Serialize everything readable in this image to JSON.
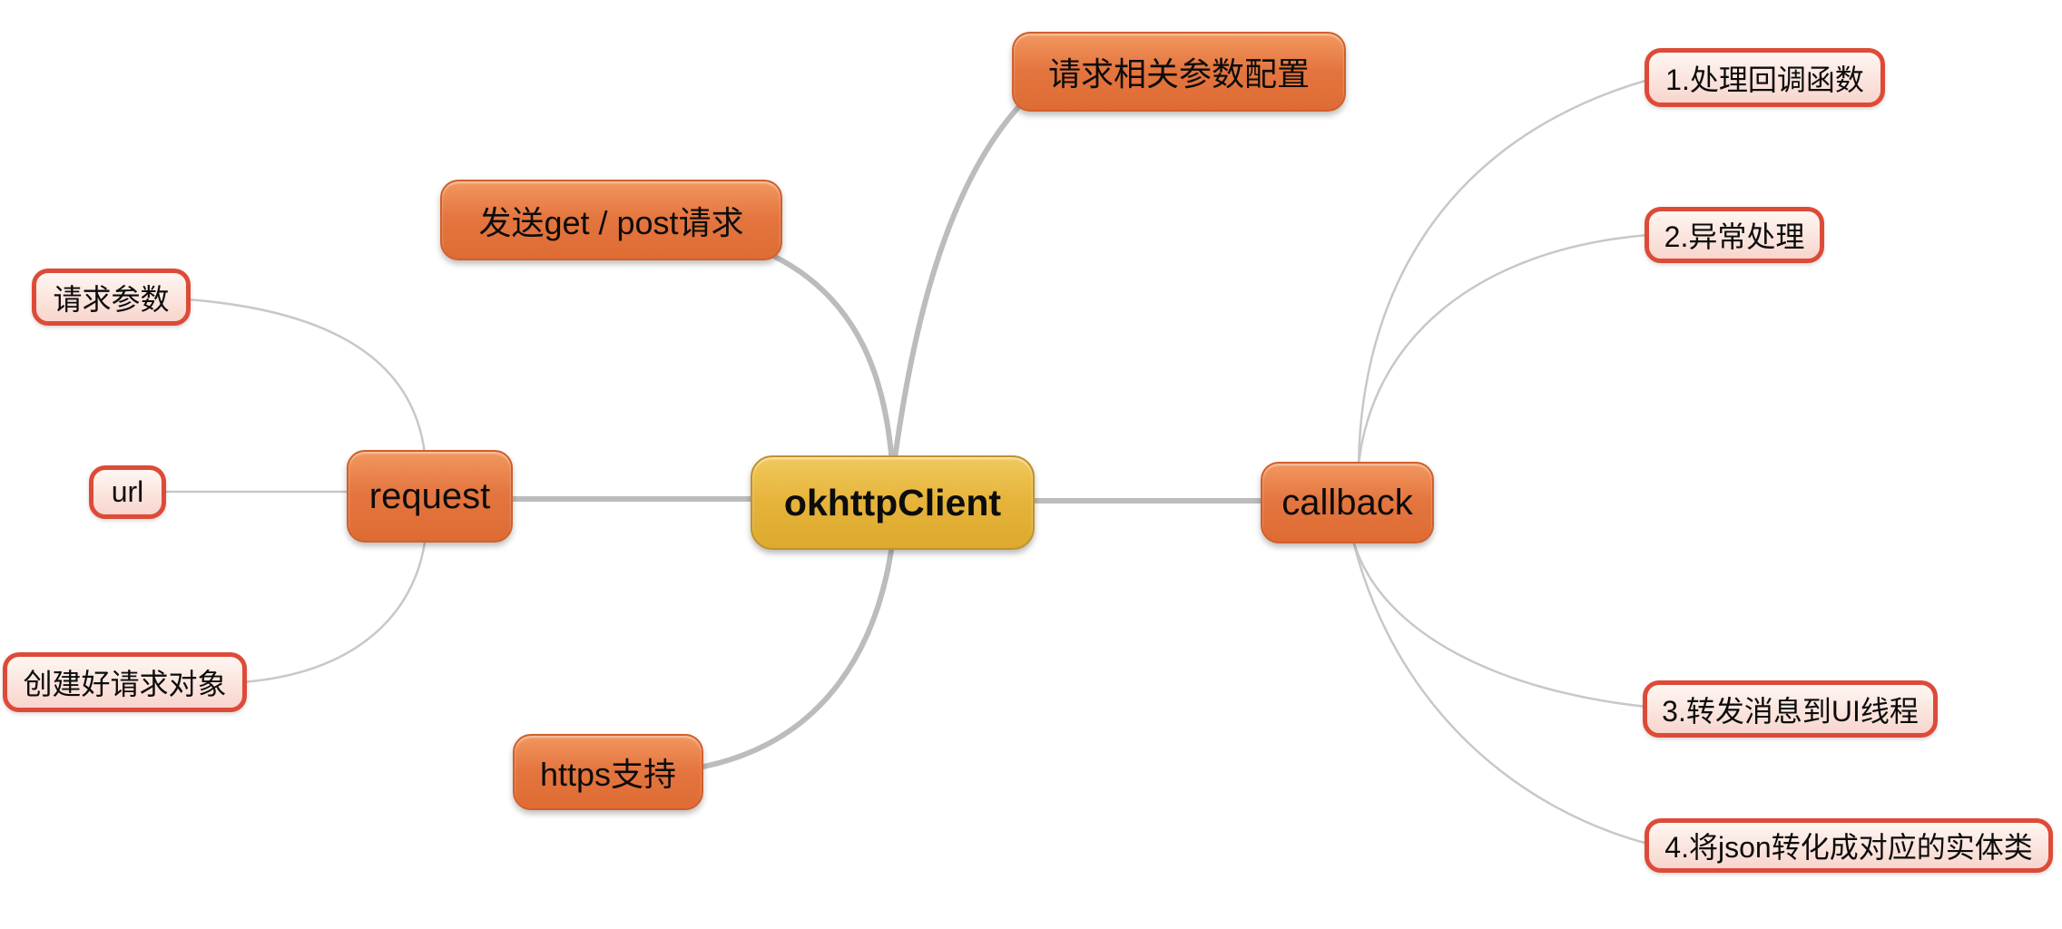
{
  "diagram": {
    "type": "mindmap",
    "background_color": "#ffffff",
    "colors": {
      "center_fill": "#e6b33a",
      "center_border": "#c0922a",
      "branch_fill": "#e4753f",
      "branch_border": "#d05f2b",
      "leaf_fill": "#fbe4dd",
      "leaf_border": "#dd4b38",
      "edge_main": "#bcbcbc",
      "edge_leaf": "#c8c8c8",
      "text": "#0c0c0c"
    },
    "nodes": {
      "center": {
        "label": "okhttpClient"
      },
      "request": {
        "label": "request"
      },
      "send_get_post": {
        "label": "发送get / post请求"
      },
      "param_config": {
        "label": "请求相关参数配置"
      },
      "https_support": {
        "label": "https支持"
      },
      "callback": {
        "label": "callback"
      },
      "request_params": {
        "label": "请求参数"
      },
      "url": {
        "label": "url"
      },
      "create_request_object": {
        "label": "创建好请求对象"
      },
      "cb1": {
        "label": "1.处理回调函数"
      },
      "cb2": {
        "label": "2.异常处理"
      },
      "cb3": {
        "label": "3.转发消息到UI线程"
      },
      "cb4": {
        "label": "4.将json转化成对应的实体类"
      }
    },
    "edges": [
      {
        "from": "center",
        "to": "request",
        "style": "main"
      },
      {
        "from": "center",
        "to": "callback",
        "style": "main"
      },
      {
        "from": "center",
        "to": "send_get_post",
        "style": "main"
      },
      {
        "from": "center",
        "to": "param_config",
        "style": "main"
      },
      {
        "from": "center",
        "to": "https_support",
        "style": "main"
      },
      {
        "from": "request",
        "to": "request_params",
        "style": "leaf"
      },
      {
        "from": "request",
        "to": "url",
        "style": "leaf"
      },
      {
        "from": "request",
        "to": "create_request_object",
        "style": "leaf"
      },
      {
        "from": "callback",
        "to": "cb1",
        "style": "leaf"
      },
      {
        "from": "callback",
        "to": "cb2",
        "style": "leaf"
      },
      {
        "from": "callback",
        "to": "cb3",
        "style": "leaf"
      },
      {
        "from": "callback",
        "to": "cb4",
        "style": "leaf"
      }
    ]
  }
}
